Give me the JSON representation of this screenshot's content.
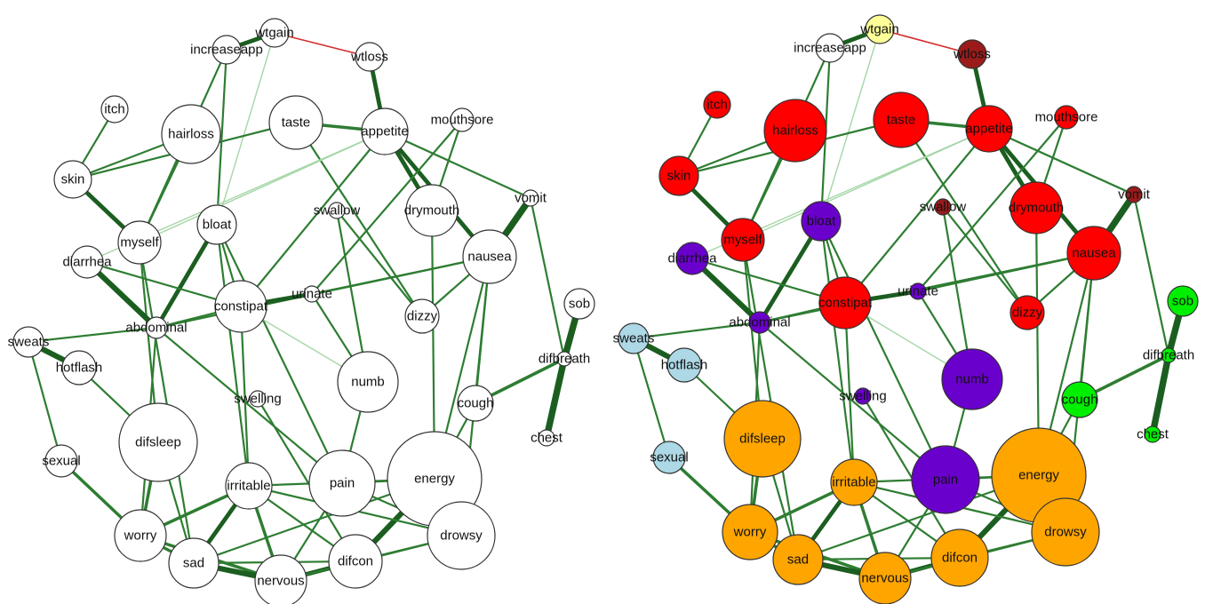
{
  "networks": [
    {
      "id": "uncolored",
      "colored": false
    },
    {
      "id": "colored",
      "colored": true
    }
  ],
  "colors": {
    "edge_positive": "#2e7d32",
    "edge_positive_strong": "#1b5e20",
    "edge_weak": "#a5d6a7",
    "edge_negative": "#d32f2f",
    "node_plain": "#ffffff",
    "node_outline": "#333333"
  },
  "clusters": {
    "gastro_appearance": "#ff0000",
    "gastro_dark": "#9b1b1b",
    "abdominal": "#6a00cc",
    "psych_fatigue": "#ffa500",
    "skin_hormonal": "#add8e6",
    "respiratory": "#00ee00",
    "weight_gain": "#ffff99",
    "unassigned": "#ffffff"
  },
  "nodes": [
    {
      "id": "wtgain",
      "label": "wtgain",
      "cluster": "weight_gain"
    },
    {
      "id": "increaseapp",
      "label": "increaseapp",
      "cluster": "unassigned"
    },
    {
      "id": "wtloss",
      "label": "wtloss",
      "cluster": "gastro_dark"
    },
    {
      "id": "itch",
      "label": "itch",
      "cluster": "gastro_appearance"
    },
    {
      "id": "hairloss",
      "label": "hairloss",
      "cluster": "gastro_appearance"
    },
    {
      "id": "taste",
      "label": "taste",
      "cluster": "gastro_appearance"
    },
    {
      "id": "appetite",
      "label": "appetite",
      "cluster": "gastro_appearance"
    },
    {
      "id": "mouthsore",
      "label": "mouthsore",
      "cluster": "gastro_appearance"
    },
    {
      "id": "skin",
      "label": "skin",
      "cluster": "gastro_appearance"
    },
    {
      "id": "swallow",
      "label": "swallow",
      "cluster": "gastro_dark"
    },
    {
      "id": "drymouth",
      "label": "drymouth",
      "cluster": "gastro_appearance"
    },
    {
      "id": "vomit",
      "label": "vomit",
      "cluster": "gastro_dark"
    },
    {
      "id": "bloat",
      "label": "bloat",
      "cluster": "abdominal"
    },
    {
      "id": "myself",
      "label": "myself",
      "cluster": "gastro_appearance"
    },
    {
      "id": "diarrhea",
      "label": "diarrhea",
      "cluster": "abdominal"
    },
    {
      "id": "nausea",
      "label": "nausea",
      "cluster": "gastro_appearance"
    },
    {
      "id": "sob",
      "label": "sob",
      "cluster": "respiratory"
    },
    {
      "id": "urinate",
      "label": "urinate",
      "cluster": "abdominal"
    },
    {
      "id": "constipat",
      "label": "constipat",
      "cluster": "gastro_appearance"
    },
    {
      "id": "abdominal",
      "label": "abdominal",
      "cluster": "abdominal"
    },
    {
      "id": "dizzy",
      "label": "dizzy",
      "cluster": "gastro_appearance"
    },
    {
      "id": "sweats",
      "label": "sweats",
      "cluster": "skin_hormonal"
    },
    {
      "id": "hotflash",
      "label": "hotflash",
      "cluster": "skin_hormonal"
    },
    {
      "id": "difbreath",
      "label": "difbreath",
      "cluster": "respiratory"
    },
    {
      "id": "numb",
      "label": "numb",
      "cluster": "abdominal"
    },
    {
      "id": "swelling",
      "label": "swelling",
      "cluster": "abdominal"
    },
    {
      "id": "cough",
      "label": "cough",
      "cluster": "respiratory"
    },
    {
      "id": "chest",
      "label": "chest",
      "cluster": "respiratory"
    },
    {
      "id": "difsleep",
      "label": "difsleep",
      "cluster": "psych_fatigue"
    },
    {
      "id": "sexual",
      "label": "sexual",
      "cluster": "skin_hormonal"
    },
    {
      "id": "energy",
      "label": "energy",
      "cluster": "psych_fatigue"
    },
    {
      "id": "irritable",
      "label": "irritable",
      "cluster": "psych_fatigue"
    },
    {
      "id": "pain",
      "label": "pain",
      "cluster": "abdominal"
    },
    {
      "id": "worry",
      "label": "worry",
      "cluster": "psych_fatigue"
    },
    {
      "id": "drowsy",
      "label": "drowsy",
      "cluster": "psych_fatigue"
    },
    {
      "id": "sad",
      "label": "sad",
      "cluster": "psych_fatigue"
    },
    {
      "id": "difcon",
      "label": "difcon",
      "cluster": "psych_fatigue"
    },
    {
      "id": "nervous",
      "label": "nervous",
      "cluster": "psych_fatigue"
    }
  ],
  "edges": [
    {
      "a": "increaseapp",
      "b": "wtgain",
      "weight": 3,
      "sign": "positive"
    },
    {
      "a": "wtgain",
      "b": "wtloss",
      "weight": 1,
      "sign": "negative"
    },
    {
      "a": "wtloss",
      "b": "appetite",
      "weight": 3,
      "sign": "positive"
    },
    {
      "a": "increaseapp",
      "b": "bloat",
      "weight": 1,
      "sign": "positive"
    },
    {
      "a": "wtgain",
      "b": "bloat",
      "weight": 1,
      "sign": "weak"
    },
    {
      "a": "increaseapp",
      "b": "myself",
      "weight": 1,
      "sign": "positive"
    },
    {
      "a": "itch",
      "b": "skin",
      "weight": 1,
      "sign": "positive"
    },
    {
      "a": "skin",
      "b": "myself",
      "weight": 3,
      "sign": "positive"
    },
    {
      "a": "skin",
      "b": "hairloss",
      "weight": 1,
      "sign": "positive"
    },
    {
      "a": "skin",
      "b": "taste",
      "weight": 1,
      "sign": "positive"
    },
    {
      "a": "hairloss",
      "b": "myself",
      "weight": 1,
      "sign": "positive"
    },
    {
      "a": "taste",
      "b": "appetite",
      "weight": 2,
      "sign": "positive"
    },
    {
      "a": "taste",
      "b": "dizzy",
      "weight": 1,
      "sign": "positive"
    },
    {
      "a": "appetite",
      "b": "drymouth",
      "weight": 3,
      "sign": "positive"
    },
    {
      "a": "appetite",
      "b": "nausea",
      "weight": 3,
      "sign": "positive"
    },
    {
      "a": "appetite",
      "b": "myself",
      "weight": 1,
      "sign": "weak"
    },
    {
      "a": "appetite",
      "b": "diarrhea",
      "weight": 1,
      "sign": "weak"
    },
    {
      "a": "appetite",
      "b": "vomit",
      "weight": 1,
      "sign": "positive"
    },
    {
      "a": "appetite",
      "b": "constipat",
      "weight": 1,
      "sign": "positive"
    },
    {
      "a": "mouthsore",
      "b": "drymouth",
      "weight": 1,
      "sign": "positive"
    },
    {
      "a": "mouthsore",
      "b": "urinate",
      "weight": 1,
      "sign": "positive"
    },
    {
      "a": "swallow",
      "b": "dizzy",
      "weight": 1,
      "sign": "positive"
    },
    {
      "a": "swallow",
      "b": "numb",
      "weight": 1,
      "sign": "positive"
    },
    {
      "a": "drymouth",
      "b": "energy",
      "weight": 1,
      "sign": "positive"
    },
    {
      "a": "nausea",
      "b": "vomit",
      "weight": 5,
      "sign": "positive"
    },
    {
      "a": "nausea",
      "b": "dizzy",
      "weight": 1,
      "sign": "positive"
    },
    {
      "a": "nausea",
      "b": "energy",
      "weight": 1,
      "sign": "positive"
    },
    {
      "a": "nausea",
      "b": "abdominal",
      "weight": 1,
      "sign": "positive"
    },
    {
      "a": "nausea",
      "b": "cough",
      "weight": 1,
      "sign": "positive"
    },
    {
      "a": "nausea",
      "b": "drowsy",
      "weight": 1,
      "sign": "positive"
    },
    {
      "a": "vomit",
      "b": "difbreath",
      "weight": 1,
      "sign": "positive"
    },
    {
      "a": "sob",
      "b": "difbreath",
      "weight": 5,
      "sign": "positive"
    },
    {
      "a": "difbreath",
      "b": "chest",
      "weight": 5,
      "sign": "positive"
    },
    {
      "a": "difbreath",
      "b": "cough",
      "weight": 2,
      "sign": "positive"
    },
    {
      "a": "bloat",
      "b": "constipat",
      "weight": 1,
      "sign": "positive"
    },
    {
      "a": "bloat",
      "b": "abdominal",
      "weight": 3,
      "sign": "positive"
    },
    {
      "a": "bloat",
      "b": "irritable",
      "weight": 1,
      "sign": "positive"
    },
    {
      "a": "bloat",
      "b": "pain",
      "weight": 1,
      "sign": "positive"
    },
    {
      "a": "myself",
      "b": "difsleep",
      "weight": 1,
      "sign": "positive"
    },
    {
      "a": "myself",
      "b": "sad",
      "weight": 1,
      "sign": "positive"
    },
    {
      "a": "diarrhea",
      "b": "abdominal",
      "weight": 4,
      "sign": "positive"
    },
    {
      "a": "diarrhea",
      "b": "constipat",
      "weight": 1,
      "sign": "positive"
    },
    {
      "a": "constipat",
      "b": "urinate",
      "weight": 3,
      "sign": "positive"
    },
    {
      "a": "constipat",
      "b": "abdominal",
      "weight": 1,
      "sign": "positive"
    },
    {
      "a": "constipat",
      "b": "numb",
      "weight": 1,
      "sign": "weak"
    },
    {
      "a": "constipat",
      "b": "irritable",
      "weight": 1,
      "sign": "positive"
    },
    {
      "a": "urinate",
      "b": "nausea",
      "weight": 1,
      "sign": "positive"
    },
    {
      "a": "urinate",
      "b": "numb",
      "weight": 1,
      "sign": "positive"
    },
    {
      "a": "abdominal",
      "b": "sweats",
      "weight": 1,
      "sign": "positive"
    },
    {
      "a": "abdominal",
      "b": "worry",
      "weight": 1,
      "sign": "positive"
    },
    {
      "a": "abdominal",
      "b": "pain",
      "weight": 1,
      "sign": "positive"
    },
    {
      "a": "sweats",
      "b": "hotflash",
      "weight": 4,
      "sign": "positive"
    },
    {
      "a": "sweats",
      "b": "sexual",
      "weight": 1,
      "sign": "positive"
    },
    {
      "a": "hotflash",
      "b": "difsleep",
      "weight": 1,
      "sign": "positive"
    },
    {
      "a": "sexual",
      "b": "worry",
      "weight": 2,
      "sign": "positive"
    },
    {
      "a": "numb",
      "b": "pain",
      "weight": 1,
      "sign": "positive"
    },
    {
      "a": "swelling",
      "b": "difcon",
      "weight": 1,
      "sign": "positive"
    },
    {
      "a": "cough",
      "b": "energy",
      "weight": 1,
      "sign": "positive"
    },
    {
      "a": "difsleep",
      "b": "worry",
      "weight": 2,
      "sign": "positive"
    },
    {
      "a": "difsleep",
      "b": "sad",
      "weight": 1,
      "sign": "positive"
    },
    {
      "a": "energy",
      "b": "pain",
      "weight": 1,
      "sign": "positive"
    },
    {
      "a": "energy",
      "b": "drowsy",
      "weight": 3,
      "sign": "positive"
    },
    {
      "a": "energy",
      "b": "difcon",
      "weight": 4,
      "sign": "positive"
    },
    {
      "a": "energy",
      "b": "irritable",
      "weight": 1,
      "sign": "positive"
    },
    {
      "a": "energy",
      "b": "sad",
      "weight": 1,
      "sign": "positive"
    },
    {
      "a": "irritable",
      "b": "worry",
      "weight": 2,
      "sign": "positive"
    },
    {
      "a": "irritable",
      "b": "sad",
      "weight": 3,
      "sign": "positive"
    },
    {
      "a": "irritable",
      "b": "nervous",
      "weight": 2,
      "sign": "positive"
    },
    {
      "a": "irritable",
      "b": "difcon",
      "weight": 1,
      "sign": "positive"
    },
    {
      "a": "irritable",
      "b": "drowsy",
      "weight": 1,
      "sign": "positive"
    },
    {
      "a": "pain",
      "b": "nervous",
      "weight": 1,
      "sign": "positive"
    },
    {
      "a": "pain",
      "b": "drowsy",
      "weight": 1,
      "sign": "positive"
    },
    {
      "a": "worry",
      "b": "sad",
      "weight": 2,
      "sign": "positive"
    },
    {
      "a": "worry",
      "b": "nervous",
      "weight": 2,
      "sign": "positive"
    },
    {
      "a": "sad",
      "b": "nervous",
      "weight": 4,
      "sign": "positive"
    },
    {
      "a": "sad",
      "b": "difcon",
      "weight": 1,
      "sign": "positive"
    },
    {
      "a": "nervous",
      "b": "difcon",
      "weight": 3,
      "sign": "positive"
    },
    {
      "a": "difcon",
      "b": "drowsy",
      "weight": 1,
      "sign": "positive"
    },
    {
      "a": "nervous",
      "b": "drowsy",
      "weight": 1,
      "sign": "positive"
    }
  ]
}
